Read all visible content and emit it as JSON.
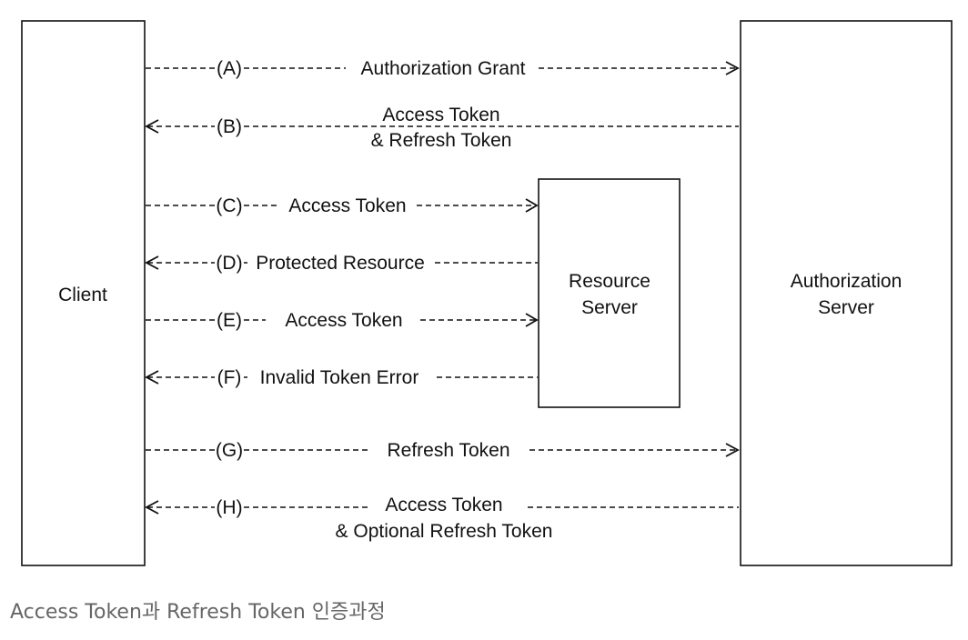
{
  "nodes": {
    "client": {
      "label": "Client"
    },
    "resource_server": {
      "lines": [
        "Resource",
        "Server"
      ]
    },
    "authorization_server": {
      "lines": [
        "Authorization",
        "Server"
      ]
    }
  },
  "flows": [
    {
      "step": "(A)",
      "label": "Authorization Grant",
      "from": "client",
      "to": "authorization_server"
    },
    {
      "step": "(B)",
      "label": "Access Token",
      "label2": "& Refresh Token",
      "from": "authorization_server",
      "to": "client"
    },
    {
      "step": "(C)",
      "label": "Access Token",
      "from": "client",
      "to": "resource_server"
    },
    {
      "step": "(D)",
      "label": "Protected Resource",
      "from": "resource_server",
      "to": "client"
    },
    {
      "step": "(E)",
      "label": "Access Token",
      "from": "client",
      "to": "resource_server"
    },
    {
      "step": "(F)",
      "label": "Invalid Token Error",
      "from": "resource_server",
      "to": "client"
    },
    {
      "step": "(G)",
      "label": "Refresh Token",
      "from": "client",
      "to": "authorization_server"
    },
    {
      "step": "(H)",
      "label": "Access Token",
      "label2": "& Optional Refresh Token",
      "from": "authorization_server",
      "to": "client"
    }
  ],
  "caption": "Access Token과 Refresh Token 인증과정",
  "colors": {
    "stroke": "#111111",
    "caption": "#666666"
  }
}
